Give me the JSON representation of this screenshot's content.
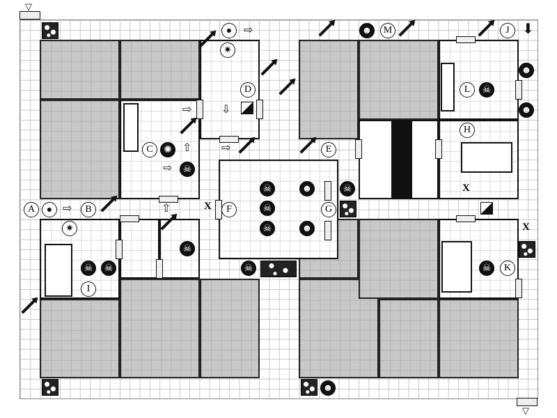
{
  "map": {
    "title": "",
    "room_labels": [
      "A",
      "B",
      "C",
      "D",
      "E",
      "F",
      "G",
      "H",
      "I",
      "J",
      "K",
      "L",
      "M"
    ],
    "x_marks": [
      "X",
      "X",
      "X"
    ],
    "icons": {
      "monster": "skull-icon",
      "hero": "face-icon",
      "door": "door-icon",
      "trap": "spear-icon",
      "rubble": "rubble-icon",
      "start": "start-arrow-icon"
    }
  }
}
